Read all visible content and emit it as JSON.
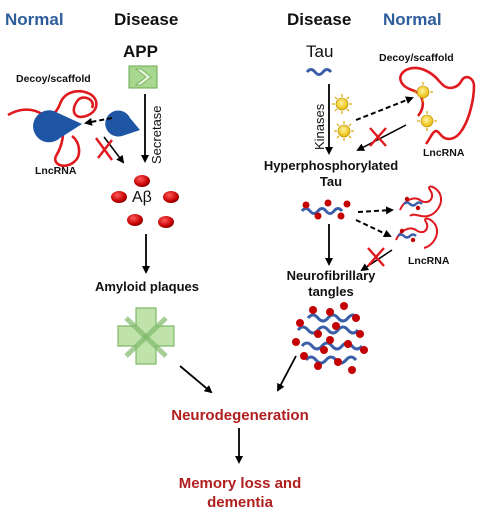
{
  "labels": {
    "normal_left": "Normal",
    "disease_left": "Disease",
    "disease_right": "Disease",
    "normal_right": "Normal",
    "app": "APP",
    "tau": "Tau",
    "decoy_left": "Decoy/scaffold",
    "decoy_right": "Decoy/scaffold",
    "lncrna_left": "LncRNA",
    "lncrna_right_top": "LncRNA",
    "lncrna_right_bottom": "LncRNA",
    "secretase": "Secretase",
    "kinases": "Kinases",
    "abeta": "Aβ",
    "hyper_line1": "Hyperphosphorylated",
    "hyper_line2": "Tau",
    "amyloid": "Amyloid plaques",
    "nft_line1": "Neurofibrillary",
    "nft_line2": "tangles",
    "neurodegeneration": "Neurodegeneration",
    "memory_line1": "Memory loss and",
    "memory_line2": "dementia"
  },
  "colors": {
    "normal_blue": "#2e5d9c",
    "lncrna_red": "#e0191e",
    "outcome_red": "#b01e1e",
    "app_green": "#8cc46b",
    "plaque_green": "#9fd08a",
    "tau_blue": "#3a5fa8",
    "kinase_yellow": "#f2c300"
  }
}
